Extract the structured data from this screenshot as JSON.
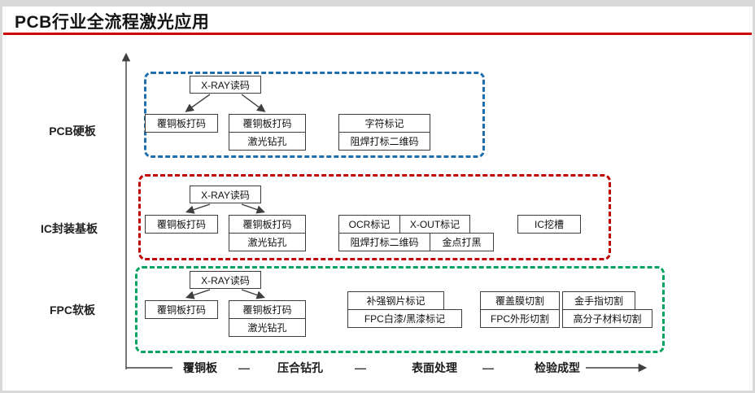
{
  "title": "PCB行业全流程激光应用",
  "axis": {
    "labels": [
      "覆铜板",
      "压合钻孔",
      "表面处理",
      "检验成型"
    ],
    "separator": "—"
  },
  "colors": {
    "pcb": "#1e6fad",
    "ic": "#c00000",
    "fpc": "#00a35f",
    "rule": "#cc0000"
  },
  "sections": [
    {
      "label": "PCB硬板",
      "xray": "X-RAY读码",
      "left": "覆铜板打码",
      "mid_top": "覆铜板打码",
      "mid_bottom": "激光钻孔",
      "g3_top": "字符标记",
      "g3_bottom": "阻焊打标二维码"
    },
    {
      "label": "IC封装基板",
      "xray": "X-RAY读码",
      "left": "覆铜板打码",
      "mid_top": "覆铜板打码",
      "mid_bottom": "激光钻孔",
      "g3_tl": "OCR标记",
      "g3_tr": "X-OUT标记",
      "g3_bl": "阻焊打标二维码",
      "g3_br": "金点打黑",
      "g4": "IC挖槽"
    },
    {
      "label": "FPC软板",
      "xray": "X-RAY读码",
      "left": "覆铜板打码",
      "mid_top": "覆铜板打码",
      "mid_bottom": "激光钻孔",
      "g3_top": "补强钢片标记",
      "g3_bottom": "FPC白漆/黑漆标记",
      "g4_tl": "覆盖膜切割",
      "g4_tr": "金手指切割",
      "g4_bl": "FPC外形切割",
      "g4_br": "高分子材料切割"
    }
  ]
}
